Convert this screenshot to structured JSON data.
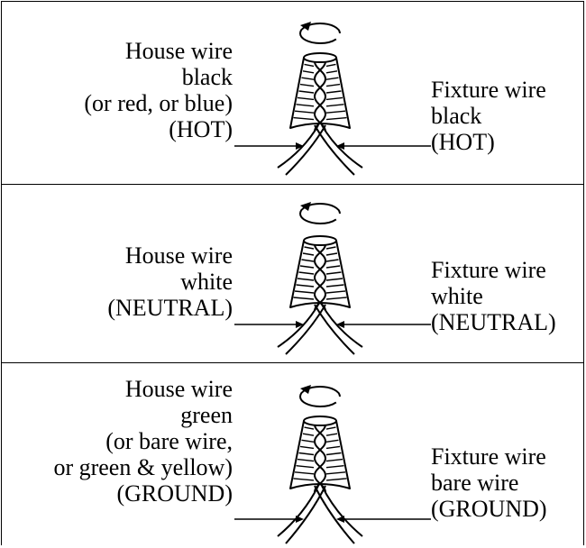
{
  "panels": [
    {
      "left_lines": [
        "House wire",
        "black",
        "(or red, or blue)",
        "(HOT)"
      ],
      "right_lines": [
        "Fixture wire",
        "black",
        "(HOT)"
      ]
    },
    {
      "left_lines": [
        "House wire",
        "white",
        "(NEUTRAL)"
      ],
      "right_lines": [
        "Fixture wire",
        "white",
        "(NEUTRAL)"
      ]
    },
    {
      "left_lines": [
        "House wire",
        "green",
        "(or bare wire,",
        "or green & yellow)",
        "(GROUND)"
      ],
      "right_lines": [
        "Fixture wire",
        "bare wire",
        "(GROUND)"
      ]
    }
  ],
  "icons": {
    "rotation": "twist-rotation-arrow-icon",
    "connector": "wire-nut-icon"
  }
}
